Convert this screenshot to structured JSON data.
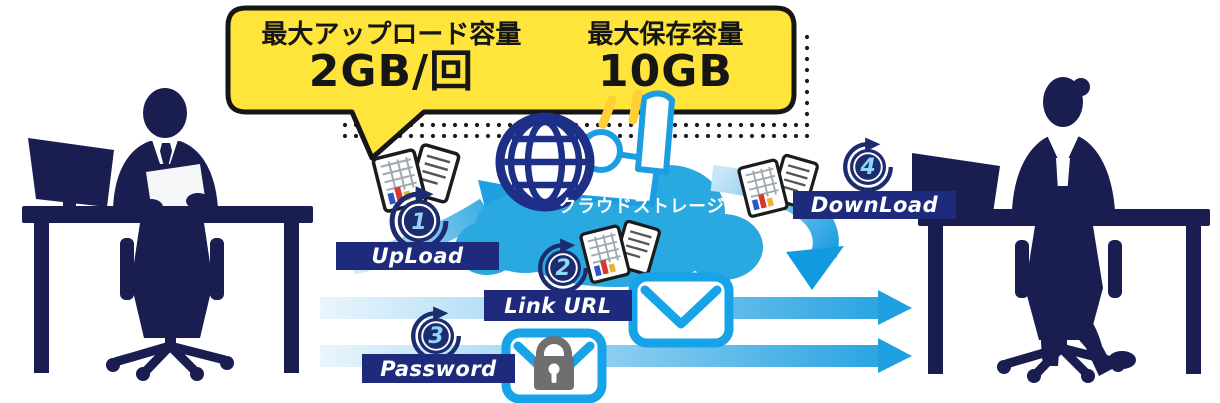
{
  "bubble": {
    "upload_capacity_label": "最大アップロード容量",
    "upload_capacity_value": "2GB/回",
    "storage_capacity_label": "最大保存容量",
    "storage_capacity_value": "10GB"
  },
  "cloud": {
    "label": "クラウドストレージ"
  },
  "steps": [
    {
      "number": "1",
      "label": "UpLoad"
    },
    {
      "number": "2",
      "label": "Link URL"
    },
    {
      "number": "3",
      "label": "Password"
    },
    {
      "number": "4",
      "label": "DownLoad"
    }
  ],
  "icons": {
    "globe": "globe-icon",
    "muscle_arm": "muscle-arm-icon",
    "documents": "document-files-icon",
    "envelope": "envelope-icon",
    "lock": "lock-icon",
    "badge_arrow": "circular-arrow-badge-icon"
  },
  "colors": {
    "cloud_blue": "#29A9E0",
    "arrow_blue": "#1FA0E0",
    "silhouette_navy": "#191D4F",
    "label_navy": "#1E2B7D",
    "badge_navy": "#1C2C6E",
    "bubble_yellow": "#FFE43C",
    "globe_navy": "#1D2F87",
    "lock_gray": "#6F6F6F",
    "emphasis_yellow": "#FFCF35"
  }
}
